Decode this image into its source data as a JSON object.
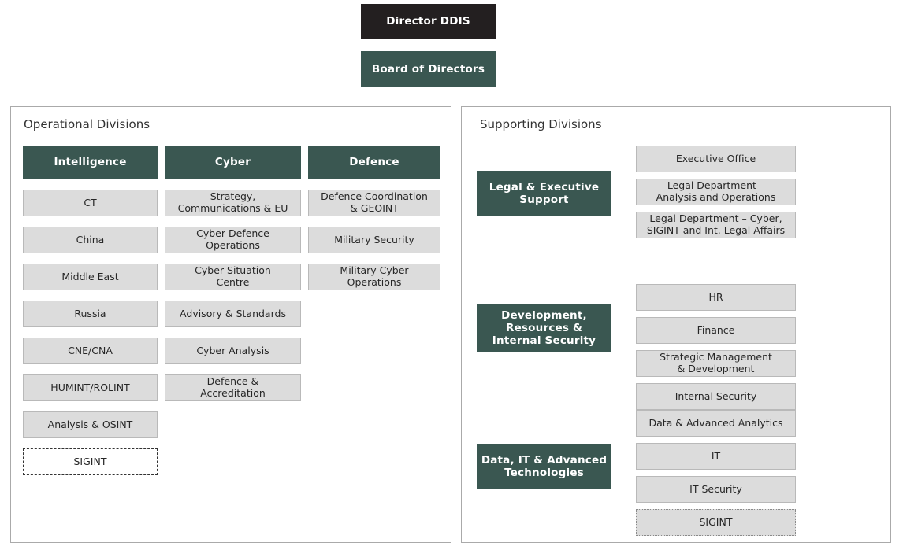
{
  "colors": {
    "accent_green": "#3a5751",
    "header_black": "#231f20",
    "box_grey": "#dcdcdc",
    "box_border": "#b9b9b9",
    "panel_border": "#aaaaaa",
    "text_dark": "#262626"
  },
  "top": {
    "director": "Director DDIS",
    "board": "Board of Directors"
  },
  "operational": {
    "title": "Operational Divisions",
    "columns": [
      {
        "head": "Intelligence",
        "items": [
          {
            "label": "CT",
            "style": "solid"
          },
          {
            "label": "China",
            "style": "solid"
          },
          {
            "label": "Middle East",
            "style": "solid"
          },
          {
            "label": "Russia",
            "style": "solid"
          },
          {
            "label": "CNE/CNA",
            "style": "solid"
          },
          {
            "label": "HUMINT/ROLINT",
            "style": "solid"
          },
          {
            "label": "Analysis & OSINT",
            "style": "solid"
          },
          {
            "label": "SIGINT",
            "style": "dashed"
          }
        ]
      },
      {
        "head": "Cyber",
        "items": [
          {
            "label": "Strategy,\nCommunications & EU",
            "style": "solid"
          },
          {
            "label": "Cyber Defence\nOperations",
            "style": "solid"
          },
          {
            "label": "Cyber Situation\nCentre",
            "style": "solid"
          },
          {
            "label": "Advisory & Standards",
            "style": "solid"
          },
          {
            "label": "Cyber Analysis",
            "style": "solid"
          },
          {
            "label": "Defence &\nAccreditation",
            "style": "solid"
          }
        ]
      },
      {
        "head": "Defence",
        "items": [
          {
            "label": "Defence Coordination\n& GEOINT",
            "style": "solid"
          },
          {
            "label": "Military Security",
            "style": "solid"
          },
          {
            "label": "Military Cyber\nOperations",
            "style": "solid"
          }
        ]
      }
    ]
  },
  "supporting": {
    "title": "Supporting Divisions",
    "groups": [
      {
        "label": "Legal & Executive\nSupport",
        "items": [
          {
            "label": "Executive Office",
            "style": "solid"
          },
          {
            "label": "Legal Department –\nAnalysis and Operations",
            "style": "solid"
          },
          {
            "label": "Legal Department – Cyber,\nSIGINT and Int. Legal Affairs",
            "style": "solid"
          }
        ]
      },
      {
        "label": "Development,\nResources &\nInternal Security",
        "items": [
          {
            "label": "HR",
            "style": "solid"
          },
          {
            "label": "Finance",
            "style": "solid"
          },
          {
            "label": "Strategic Management\n& Development",
            "style": "solid"
          },
          {
            "label": "Internal Security",
            "style": "solid"
          }
        ]
      },
      {
        "label": "Data, IT & Advanced\nTechnologies",
        "items": [
          {
            "label": "Data & Advanced Analytics",
            "style": "solid"
          },
          {
            "label": "IT",
            "style": "solid"
          },
          {
            "label": "IT Security",
            "style": "solid"
          },
          {
            "label": "SIGINT",
            "style": "dotted"
          }
        ]
      }
    ]
  }
}
